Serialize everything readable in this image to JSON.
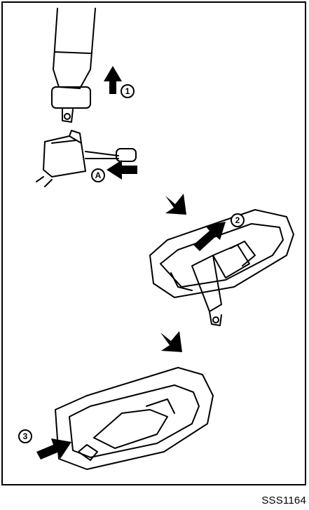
{
  "figure": {
    "caption": "SSS1164"
  },
  "markers": {
    "step1": "1",
    "stepA": "A",
    "step2": "2",
    "step3": "3"
  },
  "colors": {
    "line": "#000000",
    "background": "#ffffff"
  }
}
